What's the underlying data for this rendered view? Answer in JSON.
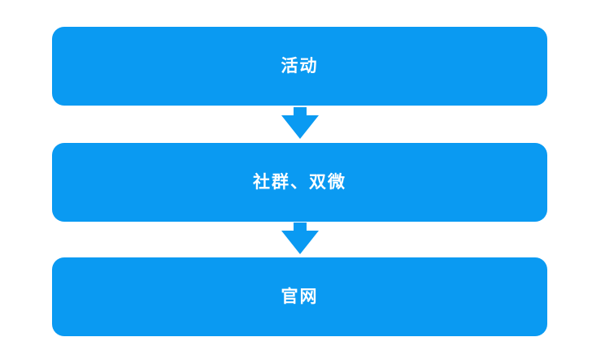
{
  "diagram": {
    "type": "flowchart",
    "direction": "top-down",
    "accent_color": "#0a9af2",
    "text_color": "#ffffff",
    "background_color": "#ffffff",
    "nodes": [
      {
        "label": "活动"
      },
      {
        "label": "社群、双微"
      },
      {
        "label": "官网"
      }
    ],
    "connectors": [
      {
        "from": 0,
        "to": 1,
        "type": "down-arrow"
      },
      {
        "from": 1,
        "to": 2,
        "type": "down-arrow"
      }
    ]
  }
}
